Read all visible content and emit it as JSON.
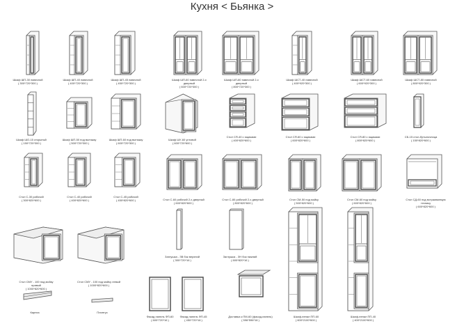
{
  "title": "Кухня < Бьянка >",
  "items": [
    {
      "id": "shkaf-vp-30-nav",
      "name": "Шкаф ШП-30 навесной",
      "dims": "( 300*720*300 )"
    },
    {
      "id": "shkaf-vp-40-nav",
      "name": "Шкаф ШП-40 навесной",
      "dims": "( 400*720*300 )"
    },
    {
      "id": "shkaf-vp-45-nav",
      "name": "Шкаф ШП-45 навесной",
      "dims": "( 450*720*300 )"
    },
    {
      "id": "shkaf-vp-60-2dv",
      "name": "Шкаф ШП-60 навесной 2-х дверный",
      "dims": "( 600*720*300 )"
    },
    {
      "id": "shkaf-vp-80-2dv",
      "name": "Шкаф ШП-80 навесной 2-х дверный",
      "dims": "( 800*720*300 )"
    },
    {
      "id": "shkaf-vst-40",
      "name": "Шкаф ШСТ-40 навесной",
      "dims": "( 400*920*300 )"
    },
    {
      "id": "shkaf-vst-60",
      "name": "Шкаф ШСТ-60 навесной",
      "dims": "( 600*920*300 )"
    },
    {
      "id": "shkaf-vst-80",
      "name": "Шкаф ШСТ-80 навесной",
      "dims": "( 800*920*300 )"
    },
    {
      "id": "shkaf-vo-15",
      "name": "Шкаф ШО-15 открытый",
      "dims": "( 150*720*300 )"
    },
    {
      "id": "shkaf-vp-50-sush",
      "name": "Шкаф ШП-50 под вытяжку",
      "dims": "( 500*720*300 )"
    },
    {
      "id": "shkaf-vp-60-sush",
      "name": "Шкаф ШП-60 под вытяжку",
      "dims": "( 600*720*300 )"
    },
    {
      "id": "shkaf-vu-60",
      "name": "Шкаф ШУ-60 угловой",
      "dims": "( 600*720*600 )"
    },
    {
      "id": "stol-sya-40",
      "name": "Стол СЯ-40 с ящиками",
      "dims": "( 400*820*600 )"
    },
    {
      "id": "stol-sya-60",
      "name": "Стол СЯ-60 с ящиками",
      "dims": "( 600*820*600 )"
    },
    {
      "id": "stol-sya-80",
      "name": "Стол СЯ-80 с ящиками",
      "dims": "( 800*820*600 )"
    },
    {
      "id": "stol-sb-15",
      "name": "СБ-15 стол-бутылочница",
      "dims": "( 150*820*600 )"
    },
    {
      "id": "stol-sr-30",
      "name": "Стол С-30 рабочий",
      "dims": "( 300*820*600 )"
    },
    {
      "id": "stol-sr-40",
      "name": "Стол С-40 рабочий",
      "dims": "( 400*820*600 )"
    },
    {
      "id": "stol-sr-45",
      "name": "Стол С-45 рабочий",
      "dims": "( 450*820*600 )"
    },
    {
      "id": "stol-s-60-2dv",
      "name": "Стол С-60 рабочий 2-х дверный",
      "dims": "( 600*820*600 )"
    },
    {
      "id": "stol-s-80-2dv",
      "name": "Стол С-80 рабочий 2-х дверный",
      "dims": "( 800*820*600 )"
    },
    {
      "id": "stol-sm-50",
      "name": "Стол СМ-50 под мойку",
      "dims": "( 500*820*600 )"
    },
    {
      "id": "stol-sm-60",
      "name": "Стол СМ-60 под мойку",
      "dims": "( 600*820*600 )"
    },
    {
      "id": "stol-sd-60",
      "name": "Стол СД-60 под встраиваемую технику",
      "dims": "( 600*820*600 )"
    },
    {
      "id": "stol-smu",
      "name": "Стол СМУ - 100 под мойку правый",
      "dims": "( 1000*820*600 )"
    },
    {
      "id": "stol-smu-left",
      "name": "Стол СМУ - 100 под мойку левый",
      "dims": "( 1000*820*600 )"
    },
    {
      "id": "zaglushka-v",
      "name": "Заглушка - ЗВ бок верхний",
      "dims": "( 300*720*16 )"
    },
    {
      "id": "zaglushka-n",
      "name": "Заглушка - ЗН бок нижний",
      "dims": "( 600*820*16 )"
    },
    {
      "id": "penal-pp-60",
      "name": "Шкаф-пенал ПП-60",
      "dims": "( 600*2100*600 )"
    },
    {
      "id": "penal-pp-40",
      "name": "Шкаф-пенал ПП-40",
      "dims": "( 400*2100*600 )"
    },
    {
      "id": "karniz",
      "name": "Карниз",
      "dims": ""
    },
    {
      "id": "plintus",
      "name": "Плинтус",
      "dims": ""
    },
    {
      "id": "fasad-fp-60",
      "name": "Фасад панель ФП-60",
      "dims": "( 600*720*16 )"
    },
    {
      "id": "fasad-fp-45",
      "name": "Фасад панель ФП-45",
      "dims": "( 450*720*16 )"
    },
    {
      "id": "dostavka-pm",
      "name": "Доставка к ПМ-60 (фасад-панель)",
      "dims": "( 596*596*16 )"
    }
  ]
}
